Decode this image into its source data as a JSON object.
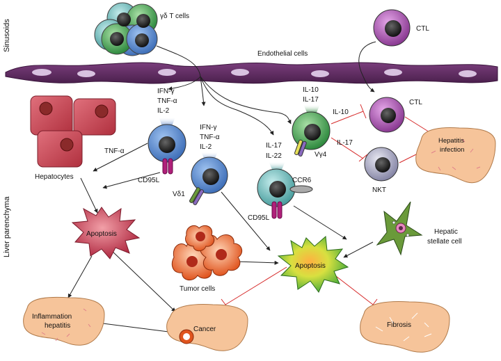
{
  "side_labels": {
    "sinusoids": "Sinusoids",
    "liver_parenchyma": "Liver parenchyma"
  },
  "labels": {
    "gd_t_cells": "γδ T cells",
    "ctl_top": "CTL",
    "endothelial_cells": "Endothelial cells",
    "hepatocytes": "Hepatocytes",
    "tnf_alpha": "TNF-α",
    "cd95l_left": "CD95L",
    "vd1": "Vδ1",
    "cd95l_mid": "CD95L",
    "ccr6": "CCR6",
    "vg4": "Vγ4",
    "ctl_right": "CTL",
    "nkt": "NKT",
    "il10_arrow": "IL-10",
    "il17_arrow": "IL-17",
    "hepatitis_infection": [
      "Hepatitis",
      "infection"
    ],
    "hepatic_stellate_cell": [
      "Hepatic",
      "stellate cell"
    ],
    "apoptosis_left": "Apoptosis",
    "apoptosis_right": "Apoptosis",
    "tumor_cells": "Tumor cells",
    "inflammation_hepatitis": [
      "Inflammation",
      "hepatitis"
    ],
    "cancer": "Cancer",
    "fibrosis": "Fibrosis"
  },
  "cytokines": {
    "cell1": [
      "IFN-γ",
      "TNF-α",
      "IL-2"
    ],
    "cell2": [
      "IFN-γ",
      "TNF-α",
      "IL-2"
    ],
    "cell3": [
      "IL-17",
      "IL-22"
    ],
    "cell4": [
      "IL-10",
      "IL-17"
    ]
  },
  "colors": {
    "endothelial": "#5b2a5e",
    "hepatocyte": "#c8404f",
    "blue_cell": "#4a7fc4",
    "green_cell": "#3f9a4f",
    "teal_cell": "#5fb0b0",
    "purple_cell": "#a24ea8",
    "nkt_cell": "#9a9ab8",
    "liver": "#f6c49a",
    "apoptosis_red": "#c4384f",
    "apoptosis_green": "#6ec43c",
    "inhibit": "#d62a2a"
  }
}
